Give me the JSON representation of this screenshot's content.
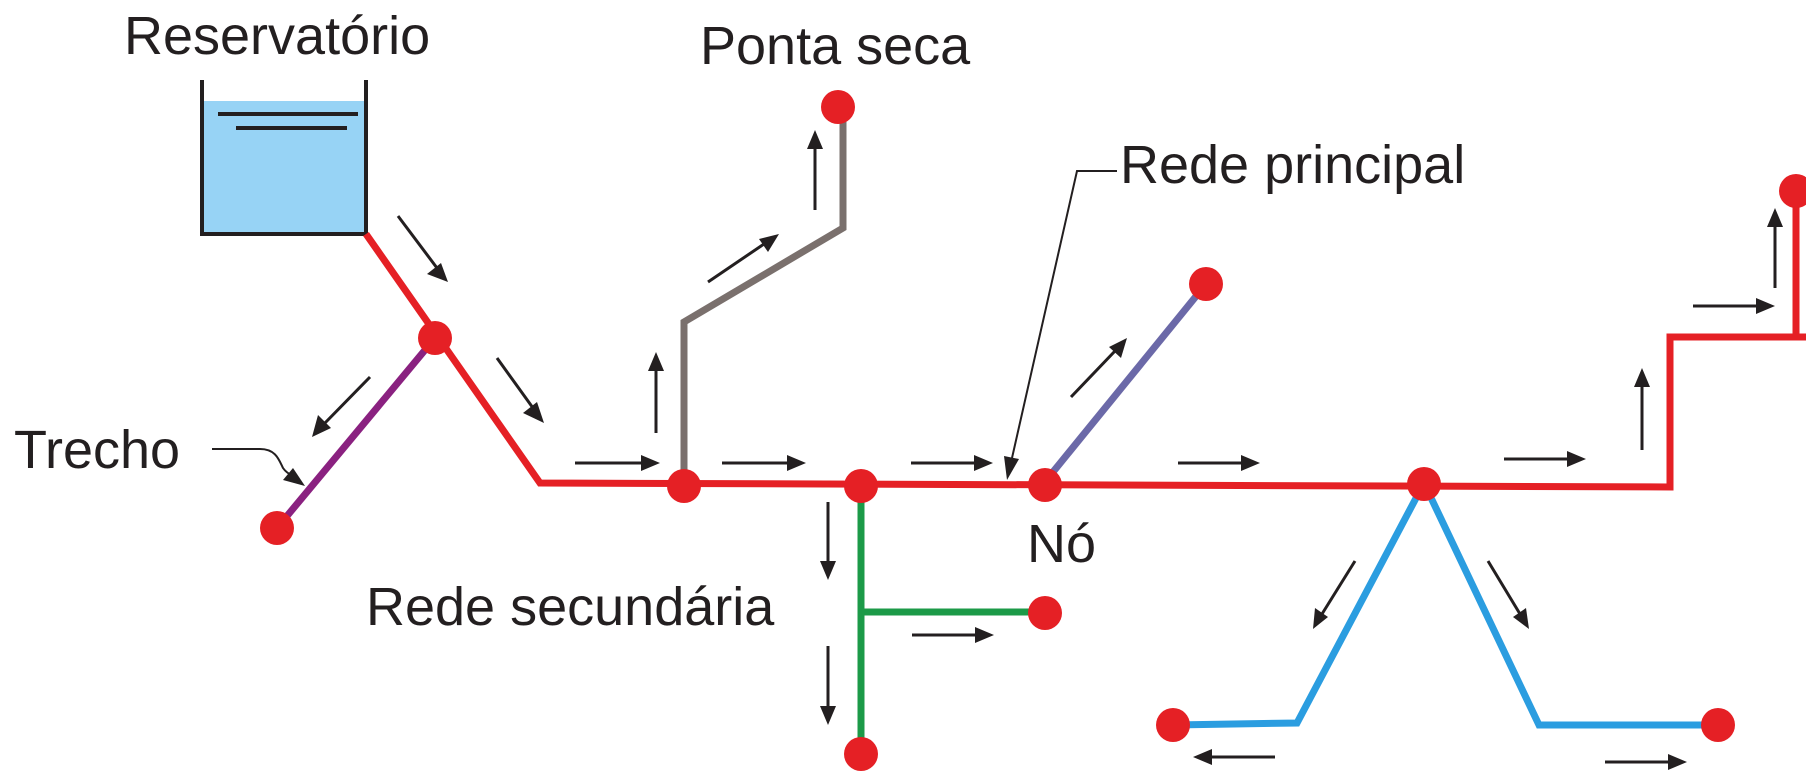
{
  "labels": {
    "reservoir": "Reservatório",
    "dead_end": "Ponta seca",
    "main_network": "Rede principal",
    "segment": "Trecho",
    "node": "Nó",
    "secondary_network": "Rede secundária"
  },
  "colors": {
    "main": "#e52025",
    "secondary": "#1c9a48",
    "dead_end_pipe": "#7a706d",
    "segment_pipe": "#8a2180",
    "branch_blue": "#2b9de0",
    "branch_violet": "#6b69a8",
    "reservoir_fill": "#97d3f5",
    "node": "#e52025",
    "text": "#231f20"
  }
}
